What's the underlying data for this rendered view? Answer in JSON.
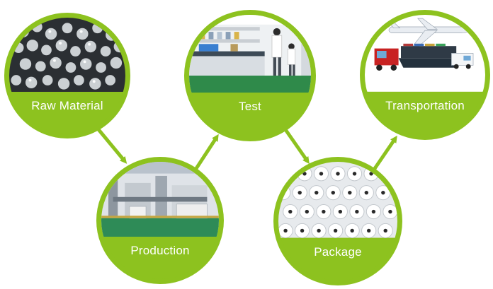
{
  "accent_color": "#8dc21f",
  "steps": {
    "raw_material": {
      "label": "Raw Material"
    },
    "test": {
      "label": "Test"
    },
    "transportation": {
      "label": "Transportation"
    },
    "production": {
      "label": "Production"
    },
    "package": {
      "label": "Package"
    }
  }
}
